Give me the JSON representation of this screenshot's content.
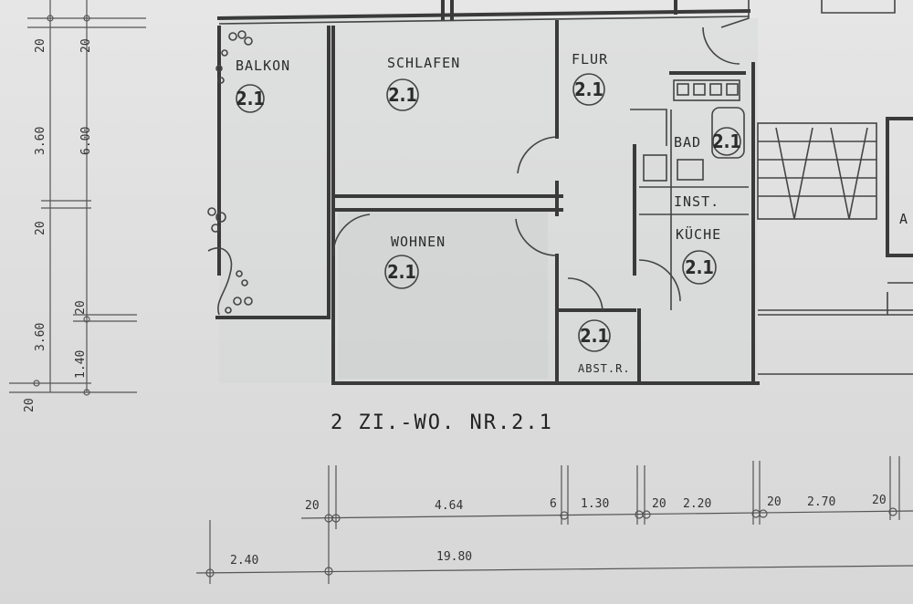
{
  "plan_title": "2 ZI.-WO. NR.2.1",
  "rooms": [
    {
      "label": "BALKON",
      "number": "2.1"
    },
    {
      "label": "SCHLAFEN",
      "number": "2.1"
    },
    {
      "label": "FLUR",
      "number": "2.1"
    },
    {
      "label": "BAD",
      "number": "2.1"
    },
    {
      "label": "INST.",
      "number": ""
    },
    {
      "label": "KÜCHE",
      "number": "2.1"
    },
    {
      "label": "WOHNEN",
      "number": "2.1"
    },
    {
      "label": "ABST.R.",
      "number": "2.1"
    }
  ],
  "left_dimensions": [
    "20",
    "20",
    "3.60",
    "6.00",
    "20",
    "20",
    "3.60",
    "1.40",
    "20"
  ],
  "bottom_dimensions": [
    "20",
    "4.64",
    "6",
    "1.30",
    "20",
    "2.20",
    "20",
    "2.70",
    "20"
  ],
  "bottom_total": [
    "2.40",
    "19.80"
  ],
  "edge_text": "A"
}
